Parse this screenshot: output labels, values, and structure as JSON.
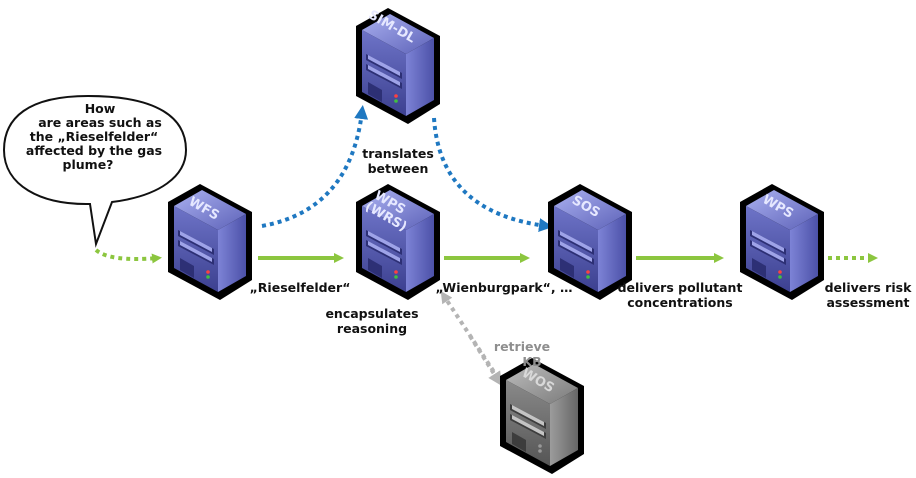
{
  "servers": {
    "simdl": "SIM-DL",
    "wfs": "WFS",
    "wps_wrs_line1": "WPS",
    "wps_wrs_line2": "(WRS)",
    "sos": "SOS",
    "wps_risk": "WPS",
    "wos": "WOS"
  },
  "bubble": {
    "line1": "How",
    "line2": "are areas such as",
    "line3": "the „Rieselfelder“",
    "line4": "affected by the gas",
    "line5": "plume?"
  },
  "labels": {
    "translates_line1": "translates",
    "translates_line2": "between",
    "rieselfelder": "„Rieselfelder“",
    "wienburgpark": "„Wienburgpark“, …",
    "encapsulates_line1": "encapsulates",
    "encapsulates_line2": "reasoning",
    "pollutant_line1": "delivers pollutant",
    "pollutant_line2": "concentrations",
    "risk_line1": "delivers risk",
    "risk_line2": "assessment",
    "retrieve_line1": "retrieve",
    "retrieve_line2": "KB"
  },
  "colors": {
    "green_arrow": "#8cc63f",
    "blue_arrow": "#1f78c1",
    "gray_arrow": "#b4b4b4",
    "server_blue": "#4a4fa0",
    "server_gray": "#6e6e6e"
  }
}
